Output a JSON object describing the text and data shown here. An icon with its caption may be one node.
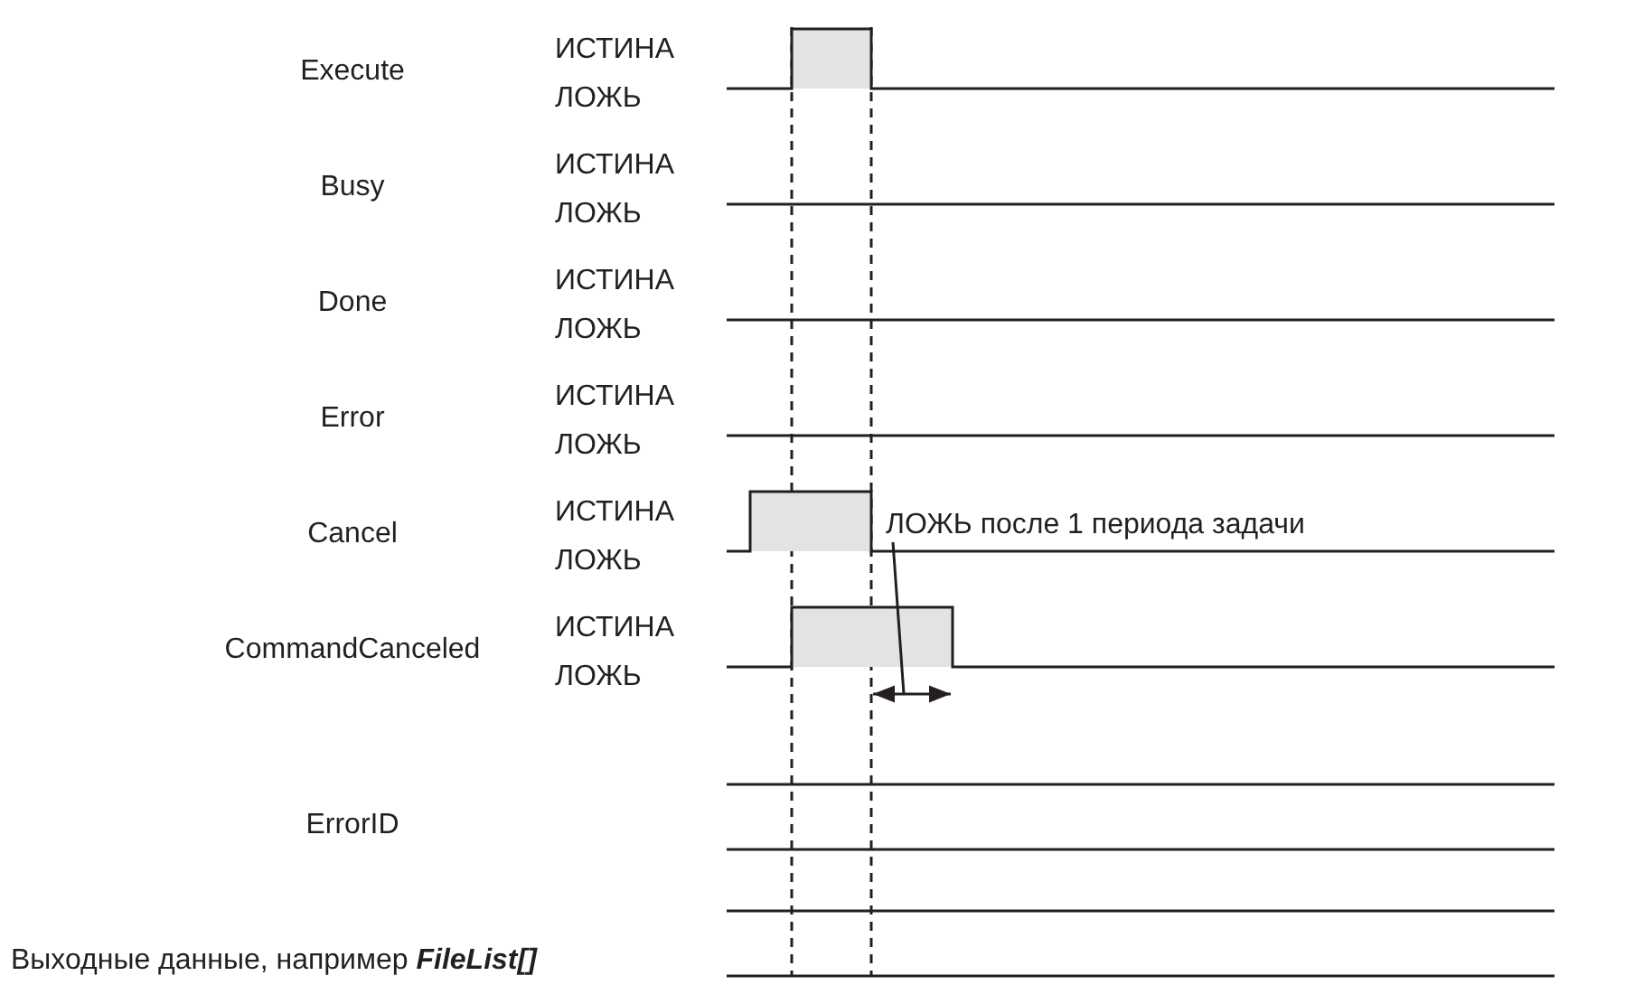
{
  "diagram": {
    "nodes": [
      {
        "text": [
          "ЛОЖЬ после 1 периода задачи"
        ]
      },
      {
        "text": [],
        "shape": "arrow"
      }
    ],
    "edges": [
      {
        "from": 0,
        "to": 1,
        "arrow": "none"
      }
    ],
    "labels": [
      "Execute",
      "ИСТИНА",
      "ЛОЖЬ",
      "Busy",
      "ИСТИНА",
      "ЛОЖЬ",
      "Done",
      "ИСТИНА",
      "ЛОЖЬ",
      "Error",
      "ИСТИНА",
      "ЛОЖЬ",
      "Cancel",
      "ИСТИНА",
      "ЛОЖЬ",
      "CommandCanceled",
      "ИСТИНА",
      "ЛОЖЬ",
      "ErrorID",
      "Выходные данные, например **FileList[]**"
    ]
  }
}
